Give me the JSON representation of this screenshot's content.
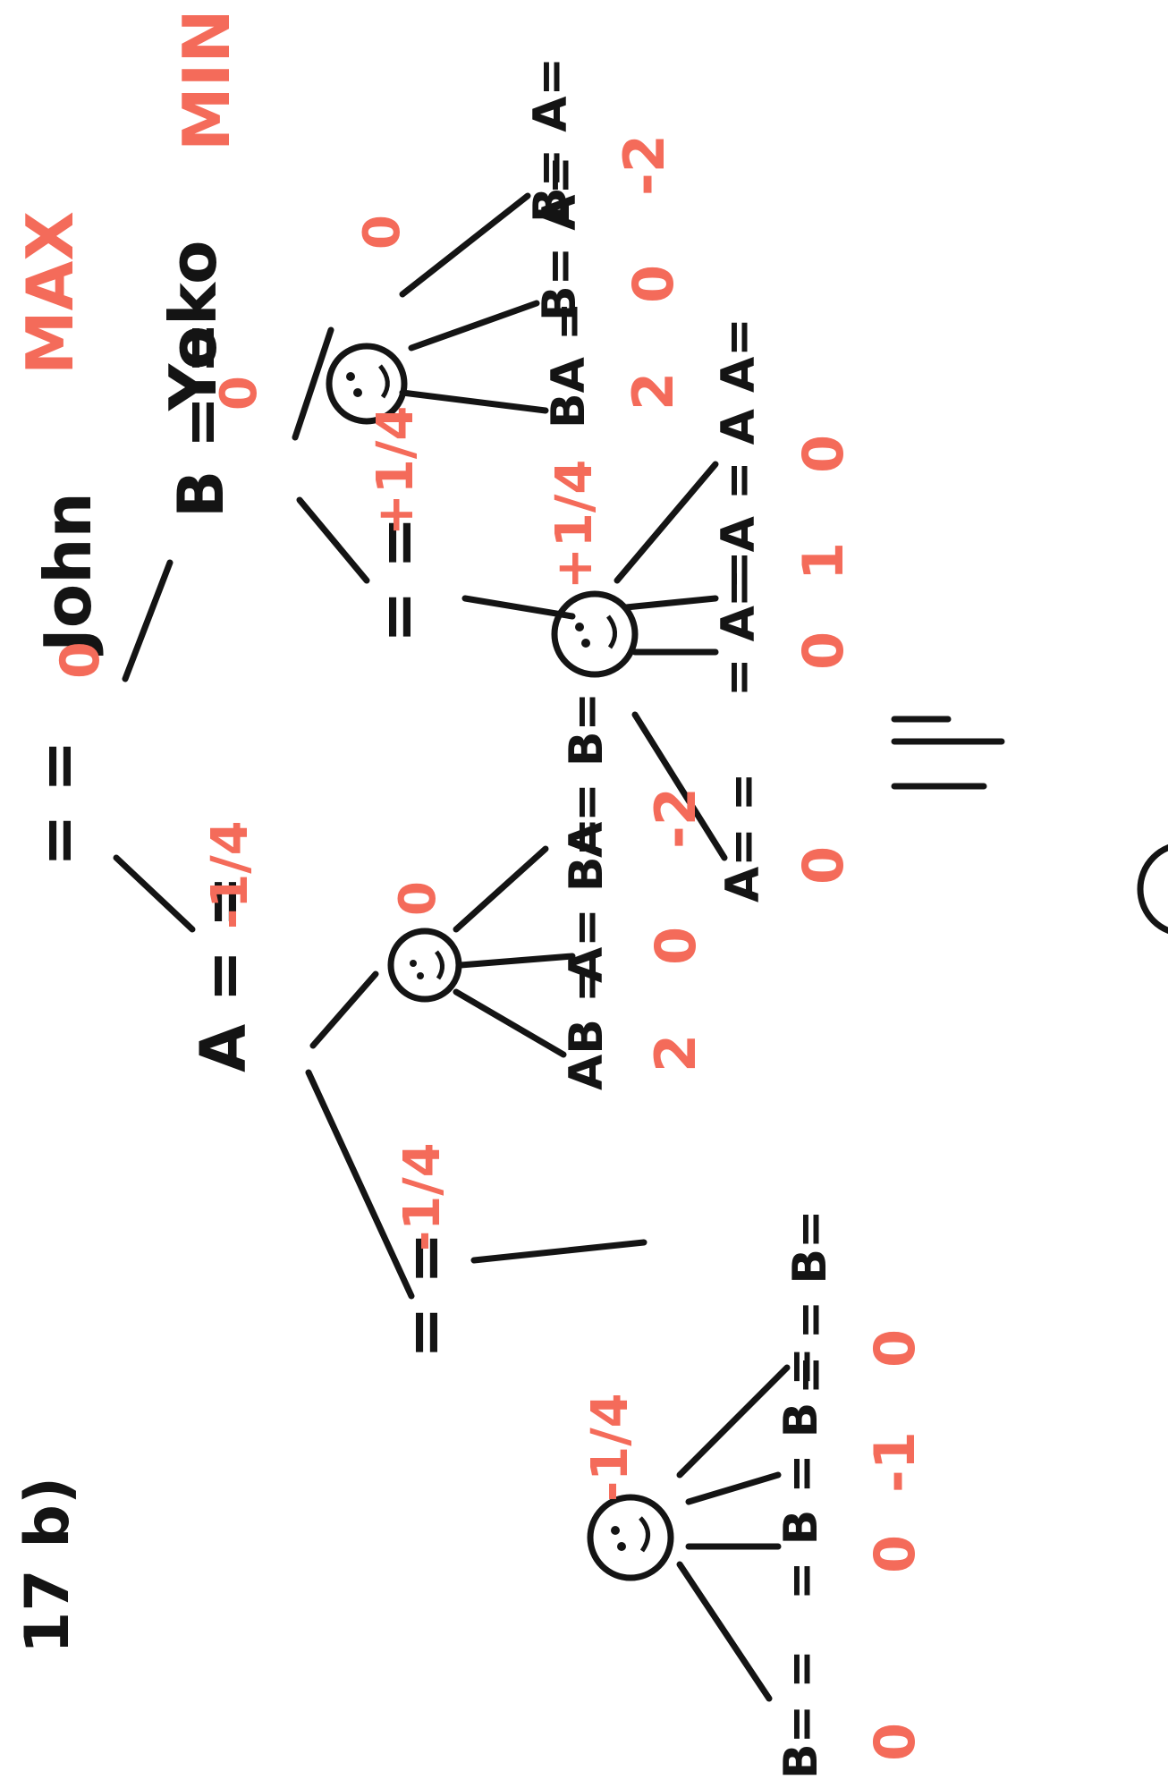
{
  "problem_label": "17 b)",
  "players": {
    "john": {
      "name": "John",
      "role": "MAX"
    },
    "yoko": {
      "name": "Yoko",
      "role": "MIN"
    }
  },
  "root": {
    "label": "= =",
    "value": "0"
  },
  "nodes": {
    "A": {
      "label": "A = =",
      "value": "-1/4"
    },
    "B": {
      "label": "B = =",
      "value": "0"
    },
    "A_sub": {
      "label": "= =",
      "value": "-1/4"
    },
    "B_sub": {
      "label": "= =",
      "value": "+1/4"
    }
  },
  "yoko_nodes": {
    "A_face": {
      "value": "0"
    },
    "A_sub_face": {
      "value": "-1/4"
    },
    "B_face": {
      "value": "0"
    },
    "B_sub_face": {
      "value": "+1/4"
    }
  },
  "leaves": {
    "A_face": [
      {
        "label": "AB =",
        "value": "2"
      },
      {
        "label": "A= B=",
        "value": "0"
      },
      {
        "label": "A= B=",
        "value": "-2"
      }
    ],
    "A_sub_face": [
      {
        "label": "B= =",
        "value": "0"
      },
      {
        "label": "= B =",
        "value": "0"
      },
      {
        "label": "= B =",
        "value": "-1"
      },
      {
        "label": "= = B=",
        "value": "0"
      }
    ],
    "B_face": [
      {
        "label": "BA =",
        "value": "2"
      },
      {
        "label": "B= A=",
        "value": "0"
      },
      {
        "label": "B= A=",
        "value": "-2"
      }
    ],
    "B_sub_face": [
      {
        "label": "A= =",
        "value": "0"
      },
      {
        "label": "= A =",
        "value": "0"
      },
      {
        "label": "= A =",
        "value": "1"
      },
      {
        "label": "= A A=",
        "value": "0"
      }
    ]
  },
  "colors": {
    "ink": "#141414",
    "annotation": "#f46b5a"
  }
}
